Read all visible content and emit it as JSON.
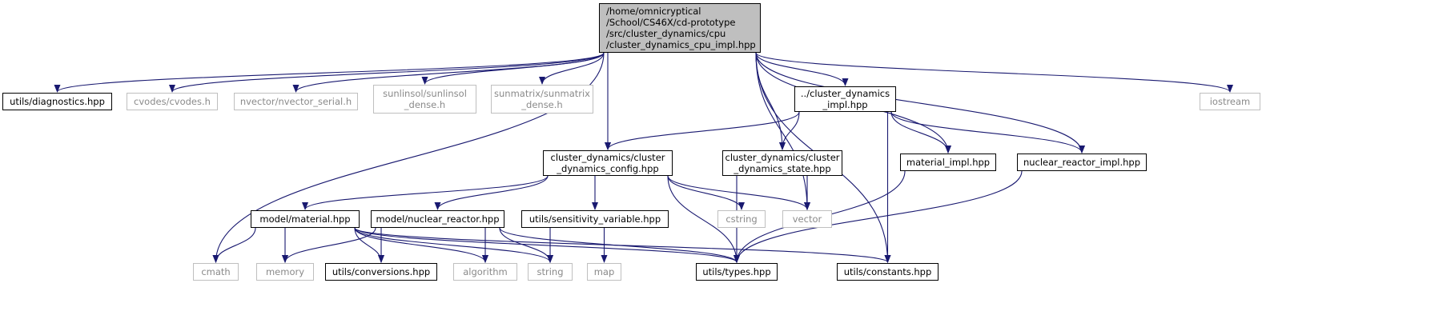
{
  "graph": {
    "edge_color": "#191970",
    "root_fill": "#bfbfbf",
    "doc_border": "#000000",
    "sys_border": "#bfbfbf",
    "nodes": [
      {
        "id": "root",
        "kind": "root",
        "label": "/home/omnicryptical\n/School/CS46X/cd-prototype\n/src/cluster_dynamics/cpu\n/cluster_dynamics_cpu_impl.hpp"
      },
      {
        "id": "diag",
        "kind": "doc",
        "label": "utils/diagnostics.hpp"
      },
      {
        "id": "cvodes",
        "kind": "sys",
        "label": "cvodes/cvodes.h"
      },
      {
        "id": "nvec",
        "kind": "sys",
        "label": "nvector/nvector_serial.h"
      },
      {
        "id": "sunlin",
        "kind": "sys",
        "label": "sunlinsol/sunlinsol\n_dense.h"
      },
      {
        "id": "sunmat",
        "kind": "sys",
        "label": "sunmatrix/sunmatrix\n_dense.h"
      },
      {
        "id": "cdimpl",
        "kind": "doc",
        "label": "../cluster_dynamics\n_impl.hpp"
      },
      {
        "id": "iostream",
        "kind": "sys",
        "label": "iostream"
      },
      {
        "id": "cdconfig",
        "kind": "doc",
        "label": "cluster_dynamics/cluster\n_dynamics_config.hpp"
      },
      {
        "id": "cdstate",
        "kind": "doc",
        "label": "cluster_dynamics/cluster\n_dynamics_state.hpp"
      },
      {
        "id": "matimpl",
        "kind": "doc",
        "label": "material_impl.hpp"
      },
      {
        "id": "nrimpl",
        "kind": "doc",
        "label": "nuclear_reactor_impl.hpp"
      },
      {
        "id": "material",
        "kind": "doc",
        "label": "model/material.hpp"
      },
      {
        "id": "nreactor",
        "kind": "doc",
        "label": "model/nuclear_reactor.hpp"
      },
      {
        "id": "sensvar",
        "kind": "doc",
        "label": "utils/sensitivity_variable.hpp"
      },
      {
        "id": "cstring",
        "kind": "sys",
        "label": "cstring"
      },
      {
        "id": "vector",
        "kind": "sys",
        "label": "vector"
      },
      {
        "id": "cmath",
        "kind": "sys",
        "label": "cmath"
      },
      {
        "id": "memory",
        "kind": "sys",
        "label": "memory"
      },
      {
        "id": "convs",
        "kind": "doc",
        "label": "utils/conversions.hpp"
      },
      {
        "id": "algorithm",
        "kind": "sys",
        "label": "algorithm"
      },
      {
        "id": "string",
        "kind": "sys",
        "label": "string"
      },
      {
        "id": "map",
        "kind": "sys",
        "label": "map"
      },
      {
        "id": "types",
        "kind": "doc",
        "label": "utils/types.hpp"
      },
      {
        "id": "consts",
        "kind": "doc",
        "label": "utils/constants.hpp"
      }
    ],
    "edges": [
      [
        "root",
        "diag"
      ],
      [
        "root",
        "cvodes"
      ],
      [
        "root",
        "nvec"
      ],
      [
        "root",
        "sunlin"
      ],
      [
        "root",
        "sunmat"
      ],
      [
        "root",
        "cdimpl"
      ],
      [
        "root",
        "iostream"
      ],
      [
        "root",
        "cmath"
      ],
      [
        "root",
        "cdconfig"
      ],
      [
        "root",
        "vector"
      ],
      [
        "root",
        "cdstate"
      ],
      [
        "root",
        "matimpl"
      ],
      [
        "root",
        "nrimpl"
      ],
      [
        "root",
        "consts"
      ],
      [
        "cdimpl",
        "cdconfig"
      ],
      [
        "cdimpl",
        "cdstate"
      ],
      [
        "cdimpl",
        "matimpl"
      ],
      [
        "cdimpl",
        "nrimpl"
      ],
      [
        "cdimpl",
        "consts"
      ],
      [
        "cdconfig",
        "material"
      ],
      [
        "cdconfig",
        "nreactor"
      ],
      [
        "cdconfig",
        "sensvar"
      ],
      [
        "cdconfig",
        "cstring"
      ],
      [
        "cdconfig",
        "vector"
      ],
      [
        "cdconfig",
        "types"
      ],
      [
        "cdstate",
        "vector"
      ],
      [
        "cdstate",
        "types"
      ],
      [
        "matimpl",
        "types"
      ],
      [
        "nrimpl",
        "types"
      ],
      [
        "material",
        "cmath"
      ],
      [
        "material",
        "memory"
      ],
      [
        "material",
        "convs"
      ],
      [
        "material",
        "algorithm"
      ],
      [
        "material",
        "string"
      ],
      [
        "material",
        "types"
      ],
      [
        "material",
        "consts"
      ],
      [
        "nreactor",
        "memory"
      ],
      [
        "nreactor",
        "convs"
      ],
      [
        "nreactor",
        "algorithm"
      ],
      [
        "nreactor",
        "string"
      ],
      [
        "nreactor",
        "types"
      ],
      [
        "sensvar",
        "string"
      ],
      [
        "sensvar",
        "map"
      ]
    ]
  }
}
